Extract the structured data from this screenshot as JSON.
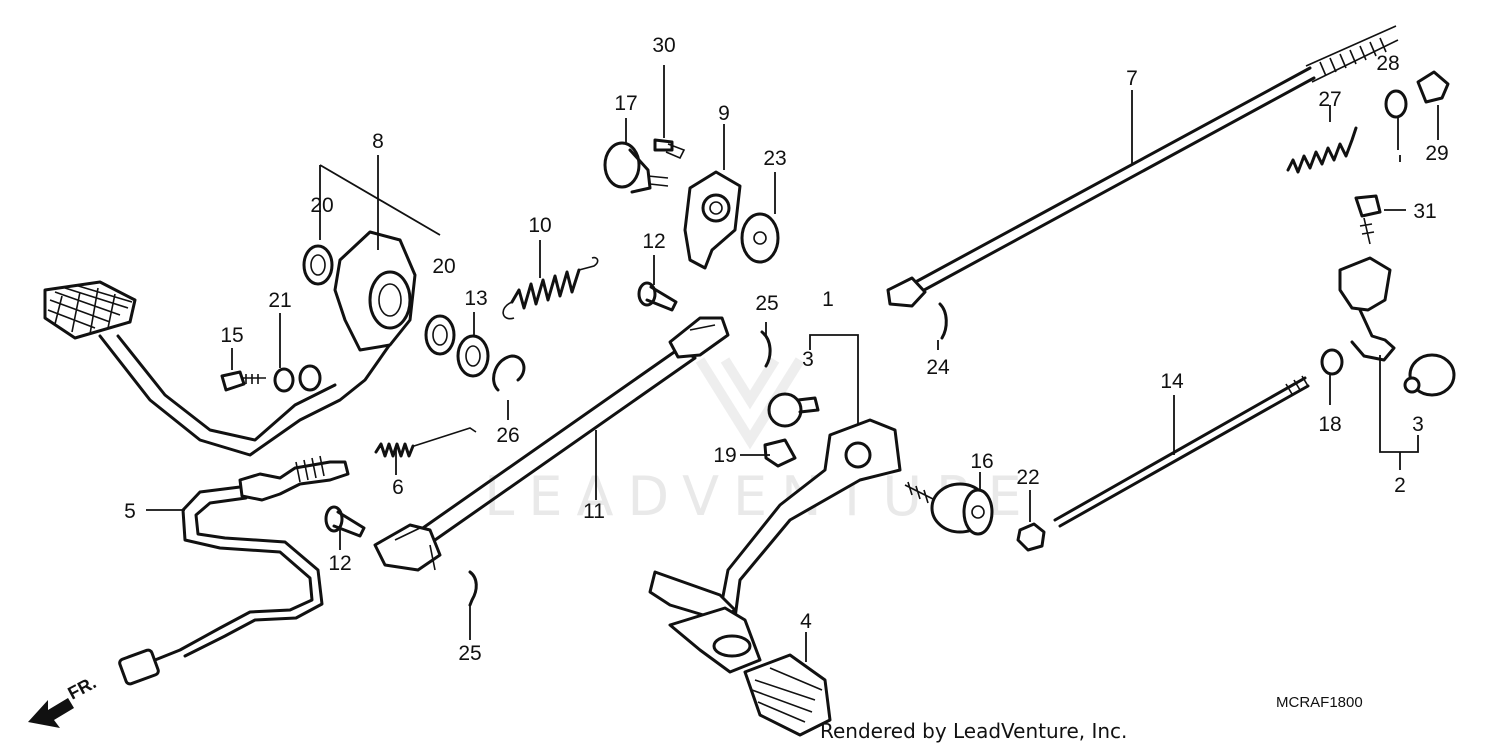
{
  "diagram": {
    "part_numbers": [
      "1",
      "2",
      "3",
      "3",
      "4",
      "5",
      "6",
      "7",
      "8",
      "9",
      "10",
      "11",
      "12",
      "12",
      "13",
      "14",
      "15",
      "16",
      "17",
      "18",
      "19",
      "20",
      "20",
      "21",
      "22",
      "23",
      "24",
      "25",
      "25",
      "26",
      "27",
      "28",
      "29",
      "30",
      "31"
    ],
    "watermark": "LEADVENTURE",
    "code": "MCRAF1800",
    "credit": "Rendered by LeadVenture, Inc.",
    "direction": "FR."
  }
}
